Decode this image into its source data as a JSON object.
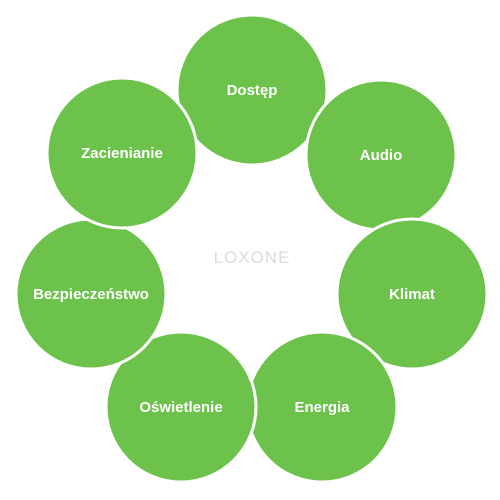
{
  "watermark": "LOXONE",
  "colors": {
    "circle_fill": "#6cc24a",
    "circle_outline": "#ffffff",
    "label": "#ffffff",
    "watermark": "#dcdcdc"
  },
  "segments": [
    {
      "label": "Dostęp"
    },
    {
      "label": "Audio"
    },
    {
      "label": "Klimat"
    },
    {
      "label": "Energia"
    },
    {
      "label": "Oświetlenie"
    },
    {
      "label": "Bezpieczeństwo"
    },
    {
      "label": "Zacienianie"
    }
  ]
}
